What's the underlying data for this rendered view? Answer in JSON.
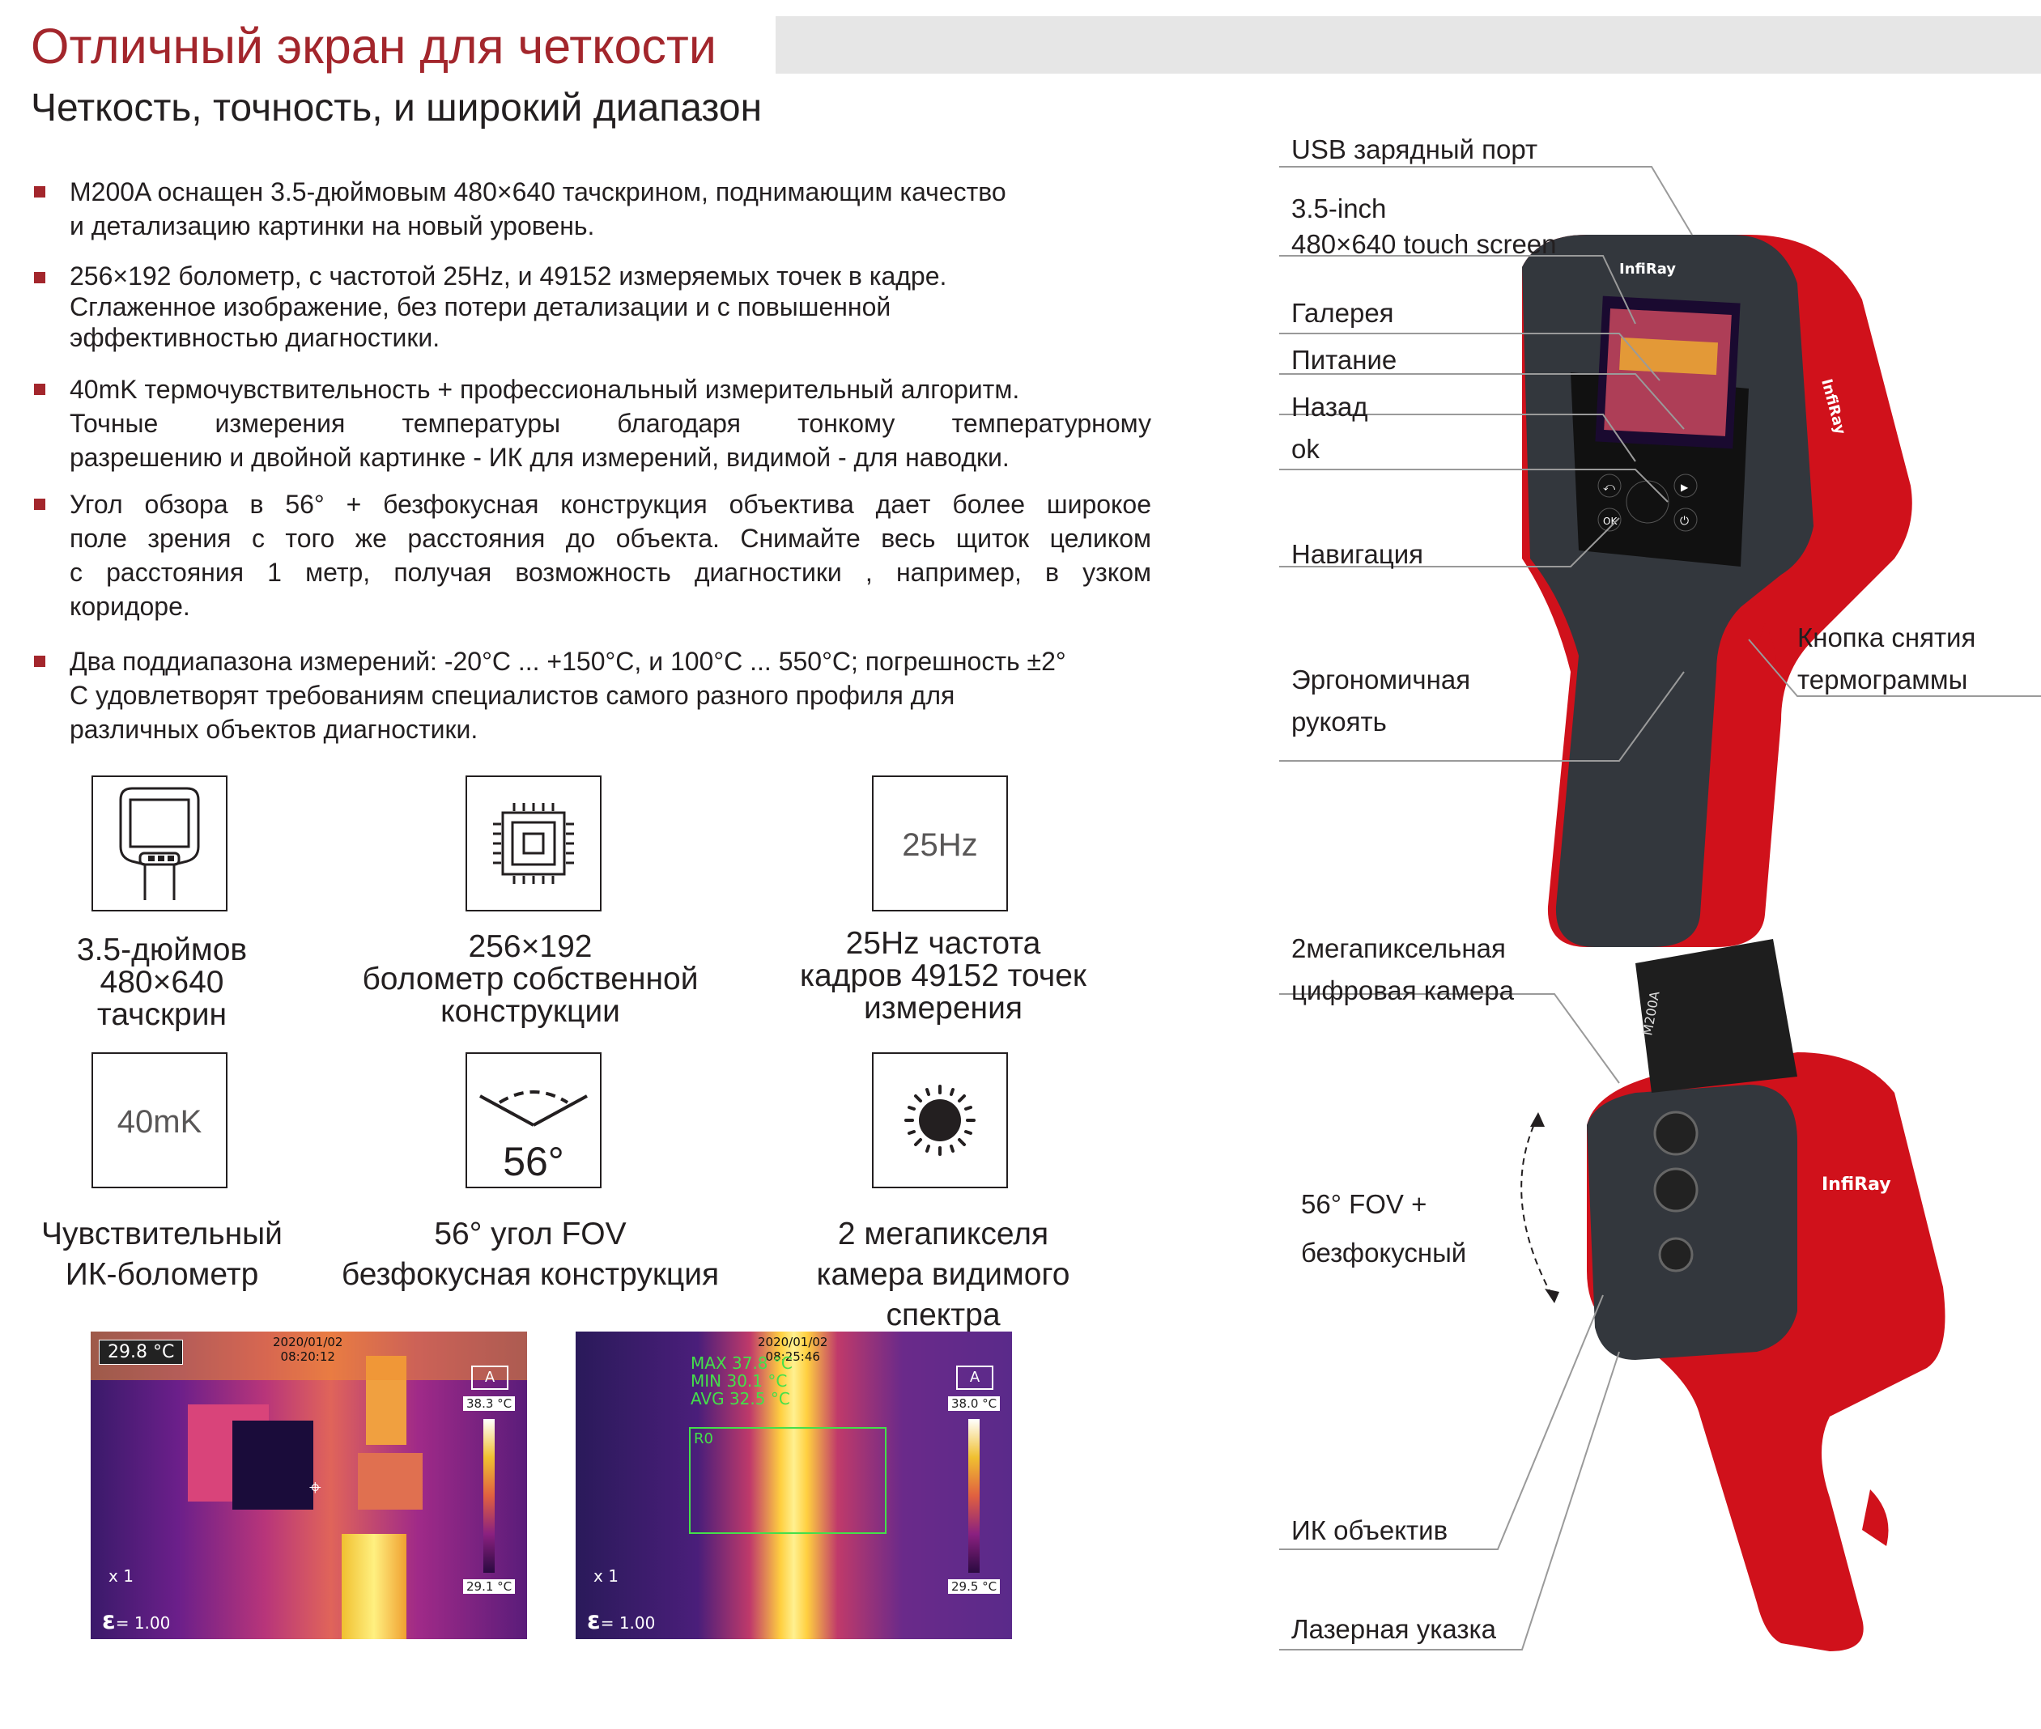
{
  "header": {
    "title": "Отличный экран для четкости",
    "subtitle": "Четкость, точность, и широкий диапазон"
  },
  "bullets": [
    {
      "lines": [
        "M200A оснащен 3.5-дюймовым 480×640 тачскрином, поднимающим качество",
        "и детализацию картинки на новый уровень."
      ]
    },
    {
      "lines": [
        "256×192 болометр, с частотой 25Hz, и 49152 измеряемых точек в кадре.",
        "Сглаженное изображение, без потери детализации и с повышенной",
        "эффективностью диагностики."
      ]
    },
    {
      "lines": [
        "40mK термочувствительность + профессиональный измерительный алгоритм.",
        "Точные измерения температуры благодаря тонкому температурному",
        "разрешению  и двойной картинке - ИК для измерений, видимой - для наводки."
      ]
    },
    {
      "lines": [
        "Угол обзора в 56°  + безфокусная конструкция объектива дает более широкое",
        "поле зрения с того же расстояния до объекта. Снимайте весь щиток целиком",
        "с расстояния 1 метр, получая возможность диагностики , например, в узком",
        "коридоре."
      ]
    },
    {
      "lines": [
        "Два поддиапазона измерений: -20°C ... +150°C, и 100°C ... 550°C; погрешность ±2°",
        "С удовлетворят требованиям специалистов самого разного профиля для",
        "различных объектов диагностики."
      ]
    }
  ],
  "features": [
    {
      "icon": "touchscreen-device-icon",
      "box_text": "",
      "caption": [
        "3.5-дюймов",
        "480×640",
        "тачскрин"
      ]
    },
    {
      "icon": "chip-icon",
      "box_text": "",
      "caption": [
        "256×192",
        "болометр собственной",
        "конструкции"
      ]
    },
    {
      "icon": "frequency-icon",
      "box_text": "25Hz",
      "caption": [
        "25Hz частота",
        "кадров 49152 точек",
        "измерения"
      ]
    },
    {
      "icon": "sensitivity-icon",
      "box_text": "40mK",
      "caption": [
        "Чувствительный",
        "ИК-болометр"
      ]
    },
    {
      "icon": "fov-angle-icon",
      "box_text": "56°",
      "caption": [
        "56° угол FOV",
        "безфокусная конструкция"
      ]
    },
    {
      "icon": "sun-icon",
      "box_text": "",
      "caption": [
        "2 мегапикселя",
        "камера видимого спектра"
      ]
    }
  ],
  "thermal_images": [
    {
      "spot_temp": "29.8 °C",
      "date": "2020/01/02",
      "time": "08:20:12",
      "max": "38.3 °C",
      "min": "29.1 °C",
      "zoom": "x 1",
      "emissivity": "= 1.00",
      "mode": "A"
    },
    {
      "date": "2020/01/02",
      "time": "08:25:46",
      "stats": [
        "MAX 37.8 °C",
        "MIN 30.1 °C",
        "AVG 32.5 °C"
      ],
      "roi": "R0",
      "max": "38.0 °C",
      "min": "29.5 °C",
      "zoom": "x 1",
      "emissivity": "= 1.00",
      "mode": "A"
    }
  ],
  "callouts_top": [
    {
      "label": "USB зарядный порт"
    },
    {
      "label": "3.5-inch\n480×640 touch screen"
    },
    {
      "label": "Галерея"
    },
    {
      "label": "Питание"
    },
    {
      "label": "Назад"
    },
    {
      "label": "ok"
    },
    {
      "label": "Навигация"
    },
    {
      "label": "Кнопка снятия\nтермограммы"
    },
    {
      "label": "Эргономичная\nрукоять"
    }
  ],
  "callouts_bottom": [
    {
      "label": "2мегапиксельная\nцифровая камера"
    },
    {
      "label": "56°  FOV +\nбезфокусный"
    },
    {
      "label": "ИК объектив"
    },
    {
      "label": "Лазерная указка"
    }
  ],
  "device": {
    "brand": "InfiRay",
    "model": "M200A",
    "buttons": {
      "back": "⤺",
      "ok": "OK",
      "power": "⏻",
      "gallery": "▶"
    }
  },
  "colors": {
    "accent": "#a3262c",
    "device_red": "#d0111b",
    "device_dark": "#33373d"
  }
}
